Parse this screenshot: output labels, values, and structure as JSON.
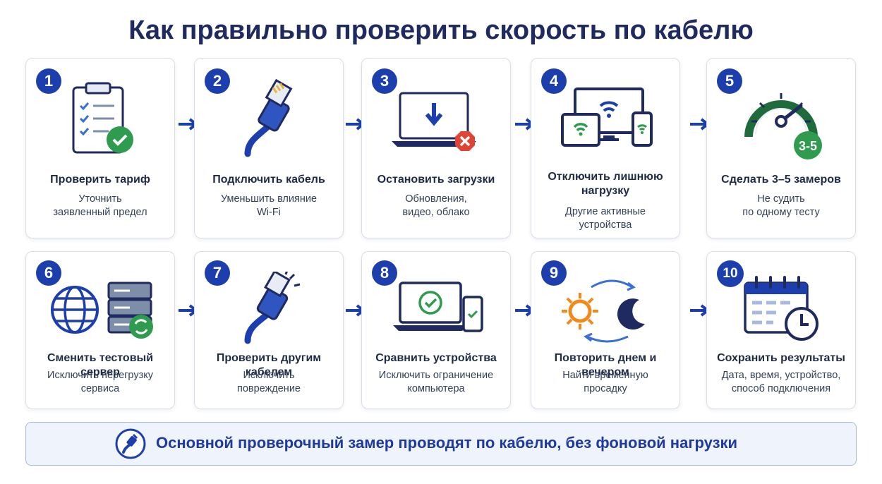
{
  "title": "Как правильно проверить скорость по кабелю",
  "steps": [
    {
      "num": "1",
      "title": "Проверить тариф",
      "sub": [
        "Уточнить",
        "заявленный предел"
      ]
    },
    {
      "num": "2",
      "title": "Подключить кабель",
      "sub": [
        "Уменьшить влияние",
        "Wi-Fi"
      ]
    },
    {
      "num": "3",
      "title": "Остановить загрузки",
      "sub": [
        "Обновления,",
        "видео, облако"
      ]
    },
    {
      "num": "4",
      "title": [
        "Отключить лишнюю",
        "нагрузку"
      ],
      "sub": [
        "Другие активные",
        "устройства"
      ]
    },
    {
      "num": "5",
      "title": "Сделать 3–5 замеров",
      "sub": [
        "Не судить",
        "по одному тесту"
      ],
      "gauge_label": "3-5"
    },
    {
      "num": "6",
      "title": "Сменить тестовый сервер",
      "sub": [
        "Исключить перегрузку",
        "сервиса"
      ]
    },
    {
      "num": "7",
      "title": "Проверить другим кабелем",
      "sub": [
        "Исключить",
        "повреждение"
      ]
    },
    {
      "num": "8",
      "title": "Сравнить устройства",
      "sub": [
        "Исключить ограничение",
        "компьютера"
      ]
    },
    {
      "num": "9",
      "title": "Повторить днем и вечером",
      "sub": [
        "Найти временную",
        "просадку"
      ]
    },
    {
      "num": "10",
      "title": "Сохранить результаты",
      "sub": [
        "Дата, время, устройство,",
        "способ подключения"
      ]
    }
  ],
  "footer": {
    "text": "Основной проверочный замер проводят по кабелю, без фоновой нагрузки"
  },
  "colors": {
    "accent": "#1d3fae",
    "green": "#2e9b4f",
    "red": "#e04434",
    "orange": "#f08a1c",
    "navy": "#1f2a60"
  }
}
